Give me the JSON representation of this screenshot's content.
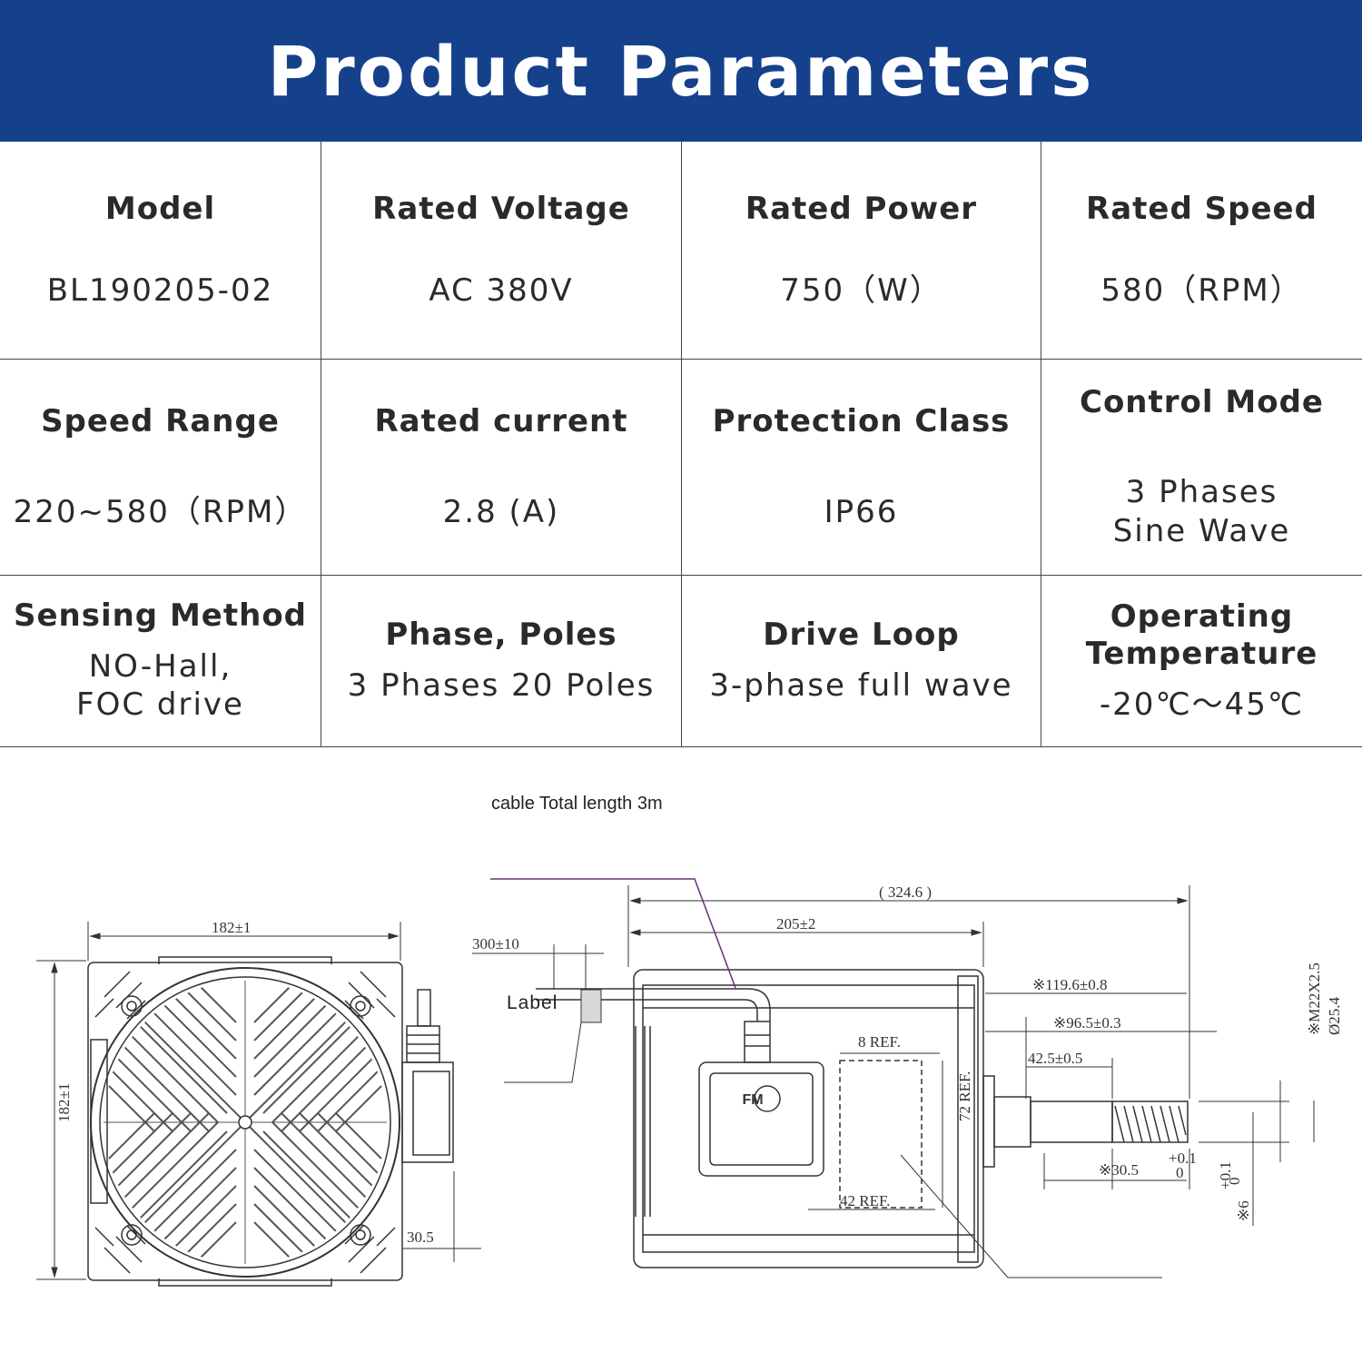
{
  "title": "Product Parameters",
  "parameters": [
    [
      {
        "label": "Model",
        "value": "BL190205-02"
      },
      {
        "label": "Rated Voltage",
        "value": "AC 380V"
      },
      {
        "label": "Rated Power",
        "value": "750（W）"
      },
      {
        "label": "Rated Speed",
        "value": "580（RPM）"
      }
    ],
    [
      {
        "label": "Speed Range",
        "value": "220~580（RPM）"
      },
      {
        "label": "Rated current",
        "value": "2.8 (A)"
      },
      {
        "label": "Protection Class",
        "value": "IP66"
      },
      {
        "label": "Control Mode",
        "value": "3 Phases\nSine Wave"
      }
    ],
    [
      {
        "label": "Sensing Method",
        "value": "NO-Hall,\nFOC drive"
      },
      {
        "label": "Phase, Poles",
        "value": "3 Phases 20 Poles"
      },
      {
        "label": "Drive Loop",
        "value": "3-phase full wave"
      },
      {
        "label": "Operating Temperature",
        "value": "-20℃～45℃"
      }
    ]
  ],
  "drawing": {
    "caption": "cable Total length 3m",
    "label_callout": "Label",
    "logo_text": "FM",
    "dimensions": {
      "front_width": "182±1",
      "front_height": "182±1",
      "connector_offset": "30.5",
      "cable_length": "300±10",
      "overall_length": "( 324.6 )",
      "body_length": "205±2",
      "shaft_total": "※119.6±0.8",
      "shaft_mid": "※96.5±0.3",
      "shaft_step": "42.5±0.5",
      "thread_length": "※30.5",
      "thread_tol_upper": "+0.1",
      "thread_tol_lower": "0",
      "key_width": "※6",
      "key_tol_upper": "+0.1",
      "key_tol_lower": "0",
      "thread_spec": "※M22X2.5",
      "shaft_diameter": "Ø25.4",
      "box_offset": "8 REF.",
      "box_height": "72 REF.",
      "box_width": "42 REF."
    }
  }
}
